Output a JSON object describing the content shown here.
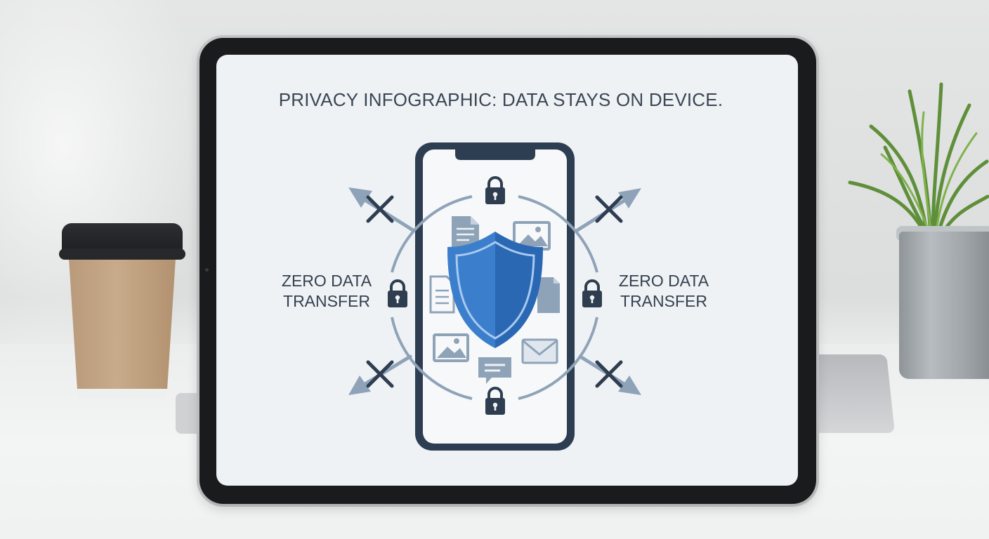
{
  "infographic": {
    "title": "PRIVACY INFOGRAPHIC: DATA STAYS ON DEVICE.",
    "left_label_line1": "ZERO DATA",
    "left_label_line2": "TRANSFER",
    "right_label_line1": "ZERO DATA",
    "right_label_line2": "TRANSFER"
  },
  "icons": {
    "center": "shield-icon",
    "orbit": [
      "lock-icon",
      "lock-icon",
      "lock-icon",
      "lock-icon"
    ],
    "files": [
      "document-icon",
      "image-icon",
      "document-icon",
      "document-icon",
      "image-icon",
      "message-icon",
      "mail-icon"
    ],
    "blocked": [
      "blocked-arrow-icon",
      "blocked-arrow-icon",
      "blocked-arrow-icon",
      "blocked-arrow-icon"
    ]
  },
  "colors": {
    "shield_blue": "#3b7fcc",
    "shield_dark": "#2a68b4",
    "phone_frame": "#2d3e52",
    "arrow_gray": "#8fa3b8",
    "cross": "#2e3d4f"
  }
}
